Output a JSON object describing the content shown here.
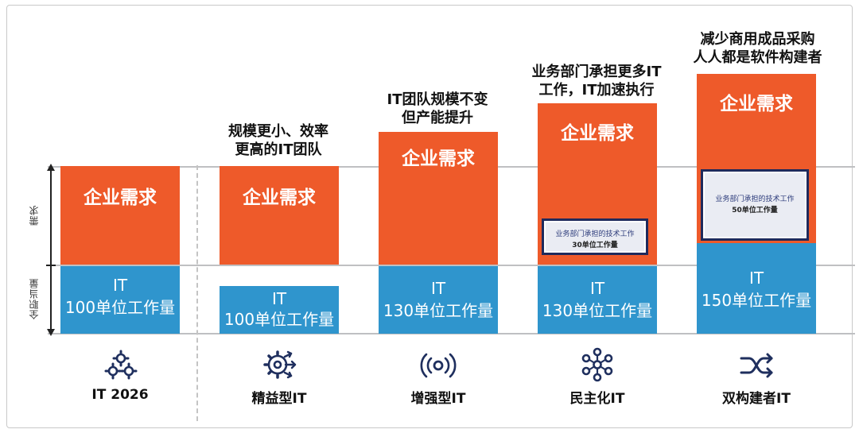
{
  "y_axis": {
    "demand_label": "需求",
    "workload_label": "全职当量"
  },
  "columns": [
    {
      "top_text": [],
      "demand_label": "企业需求",
      "it_line1": "IT",
      "it_line2": "100单位工作量",
      "icon": "gears-icon",
      "label": "IT 2026"
    },
    {
      "top_text": [
        "规模更小、效率",
        "更高的IT团队"
      ],
      "demand_label": "企业需求",
      "it_line1": "IT",
      "it_line2": "100单位工作量",
      "icon": "gear-arrows-icon",
      "label": "精益型IT"
    },
    {
      "top_text": [
        "IT团队规模不变",
        "但产能提升"
      ],
      "demand_label": "企业需求",
      "it_line1": "IT",
      "it_line2": "130单位工作量",
      "icon": "broadcast-icon",
      "label": "增强型IT"
    },
    {
      "top_text": [
        "业务部门承担更多IT",
        "工作，IT加速执行"
      ],
      "demand_label": "企业需求",
      "inner_line1": "业务部门承担的技术工作",
      "inner_line2": "30单位工作量",
      "it_line1": "IT",
      "it_line2": "130单位工作量",
      "icon": "network-icon",
      "label": "民主化IT"
    },
    {
      "top_text": [
        "减少商用成品采购",
        "人人都是软件构建者"
      ],
      "demand_label": "企业需求",
      "inner_line1": "业务部门承担的技术工作",
      "inner_line2": "50单位工作量",
      "it_line1": "IT",
      "it_line2": "150单位工作量",
      "icon": "shuffle-icon",
      "label": "双构建者IT"
    }
  ],
  "colors": {
    "demand": "#ee5a2a",
    "it": "#2f95cd",
    "inner_border": "#1f2a5c",
    "icon": "#1f2f5e"
  }
}
